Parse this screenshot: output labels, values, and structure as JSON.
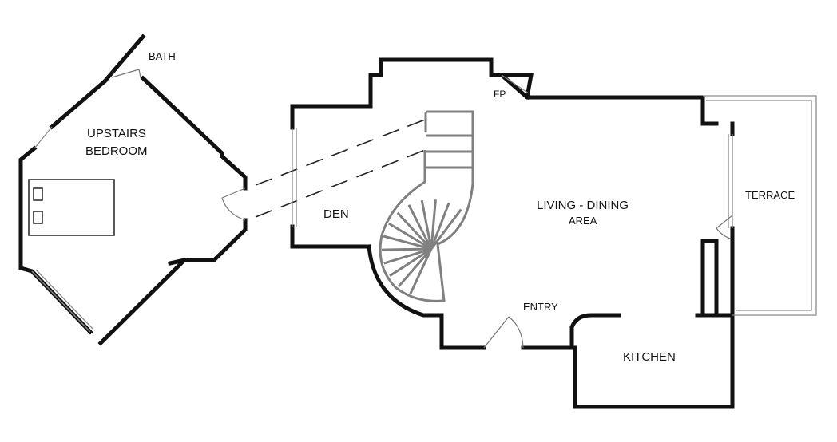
{
  "plan": {
    "labels": {
      "bath": "BATH",
      "upstairs_1": "UPSTAIRS",
      "upstairs_2": "BEDROOM",
      "fp": "FP",
      "den": "DEN",
      "living_1": "LIVING - DINING",
      "living_2": "AREA",
      "terrace": "TERRACE",
      "entry": "ENTRY",
      "kitchen": "KITCHEN"
    },
    "colors": {
      "wall": "#111111",
      "stair": "#808080",
      "background": "#ffffff"
    }
  }
}
